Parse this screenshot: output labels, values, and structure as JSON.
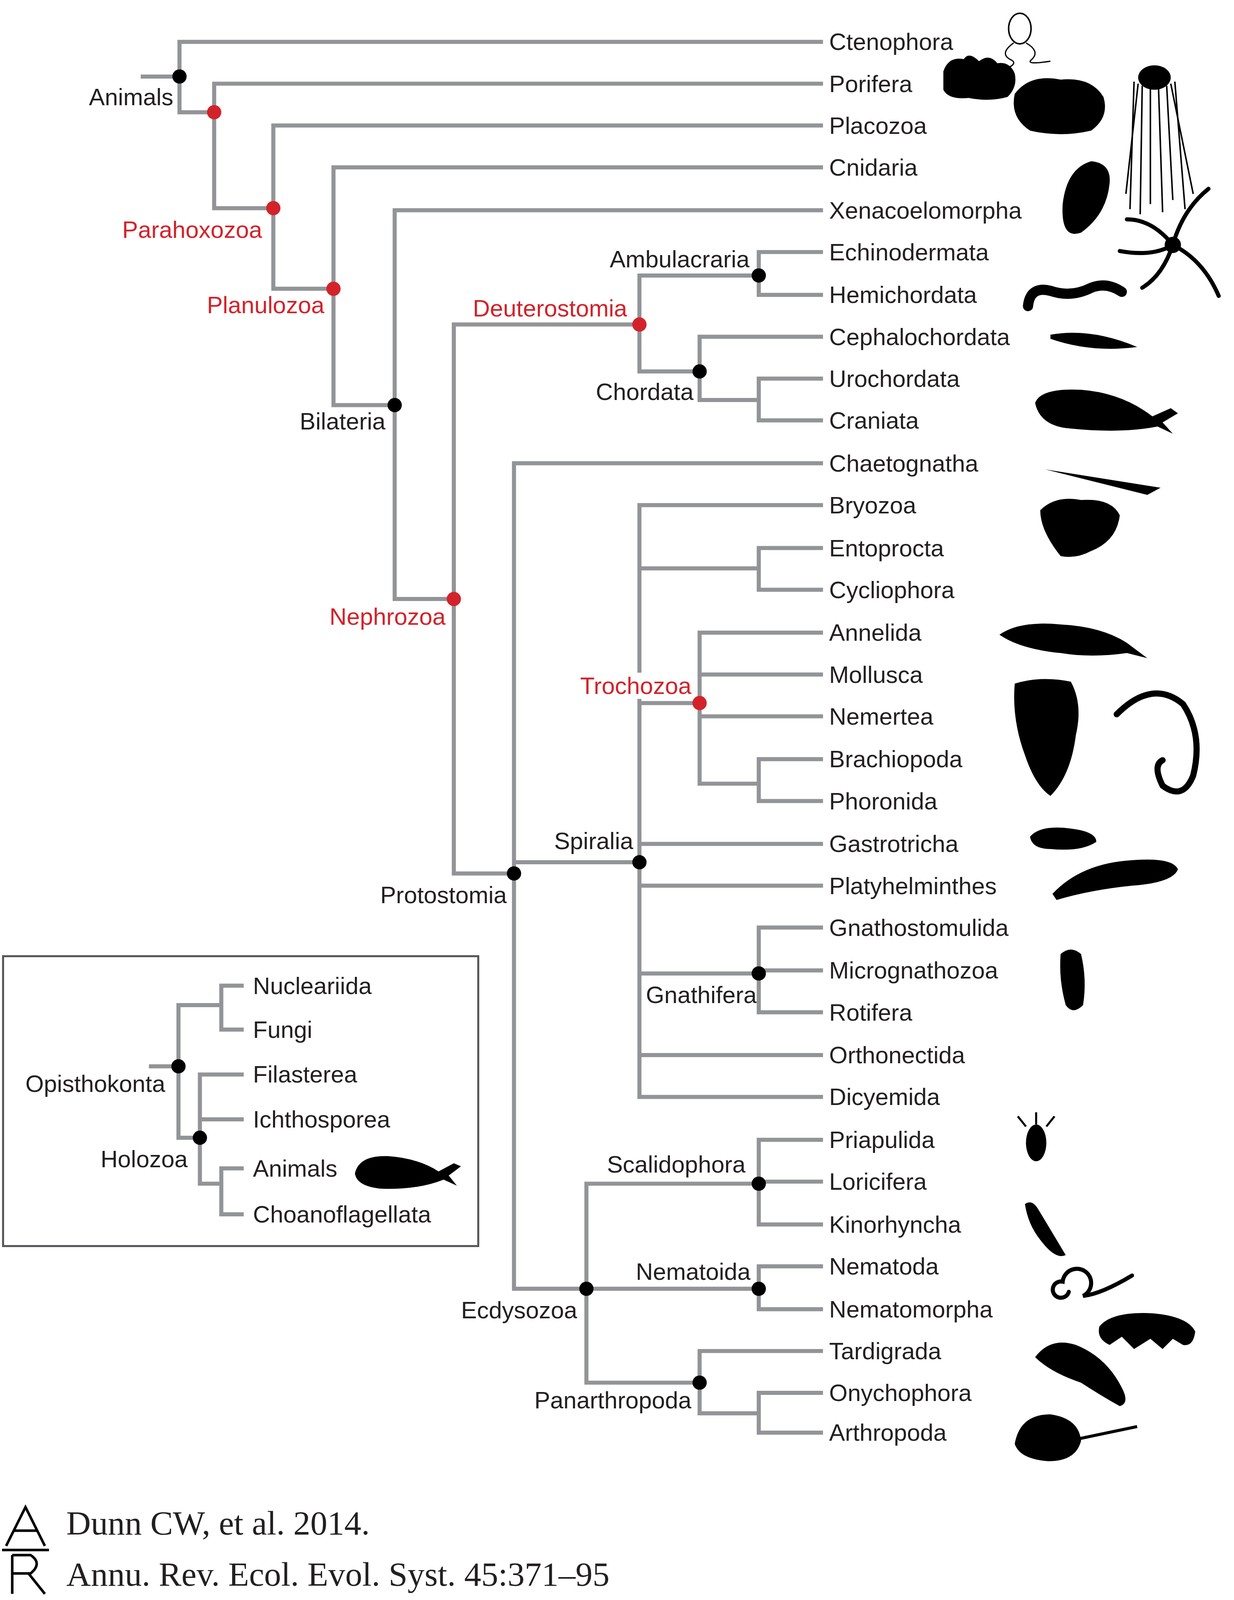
{
  "diagram": {
    "nodes": [
      {
        "text": [
          "Nucleariida",
          "Fungi",
          "Filasterea",
          "Opisthokonta",
          "Ichthosporea",
          "Holozoa",
          "Animals",
          "Choanoflagellata"
        ]
      }
    ],
    "labels": [
      "Ctenophora",
      "Porifera",
      "Placozoa",
      "Cnidaria",
      "Xenacoelomorpha",
      "Echinodermata",
      "Hemichordata",
      "Cephalochordata",
      "Urochordata",
      "Craniata",
      "Chaetognatha",
      "Bryozoa",
      "Entoprocta",
      "Cycliophora",
      "Annelida",
      "Mollusca",
      "Nemertea",
      "Brachiopoda",
      "Phoronida",
      "Gastrotricha",
      "Platyhelminthes",
      "Gnathostomulida",
      "Micrognathozoa",
      "Rotifera",
      "Orthonectida",
      "Dicyemida",
      "Priapulida",
      "Loricifera",
      "Kinorhyncha",
      "Nematoda",
      "Nematomorpha",
      "Tardigrada",
      "Onychophora",
      "Arthropoda",
      "Animals",
      "Parahoxozoa",
      "Planulozoa",
      "Bilateria",
      "Nephrozoa",
      "Deuterostomia",
      "Ambulacraria",
      "Chordata",
      "Protostomia",
      "Spiralia",
      "Trochozoa",
      "Gnathifera",
      "Ecdysozoa",
      "Scalidophora",
      "Nematoida",
      "Panarthropoda",
      "Dunn CW, et al. 2014.",
      "Annu. Rev. Ecol. Evol. Syst. 45:371–95"
    ]
  }
}
